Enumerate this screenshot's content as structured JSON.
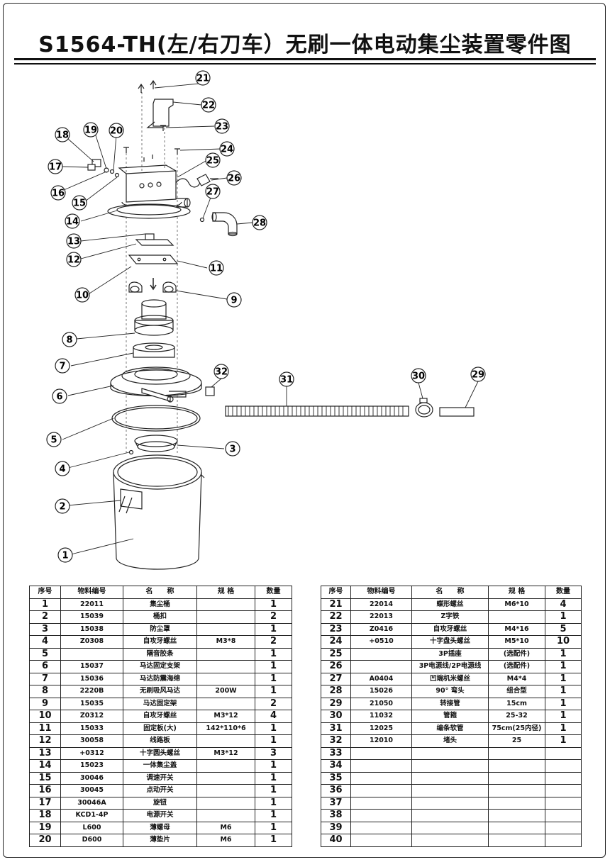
{
  "title": "S1564-TH(左/右刀车）无刷一体电动集尘装置零件图",
  "table_headers": {
    "seq": "序号",
    "code": "物料编号",
    "name": "名　　称",
    "spec": "规  格",
    "qty": "数量"
  },
  "parts_left": [
    {
      "no": "1",
      "code": "22011",
      "name": "集尘桶",
      "spec": "",
      "qty": "1"
    },
    {
      "no": "2",
      "code": "15039",
      "name": "桶扣",
      "spec": "",
      "qty": "2"
    },
    {
      "no": "3",
      "code": "15038",
      "name": "防尘罩",
      "spec": "",
      "qty": "1"
    },
    {
      "no": "4",
      "code": "Z0308",
      "name": "自攻牙螺丝",
      "spec": "M3*8",
      "qty": "2"
    },
    {
      "no": "5",
      "code": "",
      "name": "隔音胶条",
      "spec": "",
      "qty": "1"
    },
    {
      "no": "6",
      "code": "15037",
      "name": "马达固定支架",
      "spec": "",
      "qty": "1"
    },
    {
      "no": "7",
      "code": "15036",
      "name": "马达防震海绵",
      "spec": "",
      "qty": "1"
    },
    {
      "no": "8",
      "code": "2220B",
      "name": "无刷吸风马达",
      "spec": "200W",
      "qty": "1"
    },
    {
      "no": "9",
      "code": "15035",
      "name": "马达固定架",
      "spec": "",
      "qty": "2"
    },
    {
      "no": "10",
      "code": "Z0312",
      "name": "自攻牙螺丝",
      "spec": "M3*12",
      "qty": "4"
    },
    {
      "no": "11",
      "code": "15033",
      "name": "固定板(大)",
      "spec": "142*110*6",
      "qty": "1"
    },
    {
      "no": "12",
      "code": "30058",
      "name": "线路板",
      "spec": "",
      "qty": "1"
    },
    {
      "no": "13",
      "code": "+0312",
      "name": "十字圆头螺丝",
      "spec": "M3*12",
      "qty": "3"
    },
    {
      "no": "14",
      "code": "15023",
      "name": "一体集尘盖",
      "spec": "",
      "qty": "1"
    },
    {
      "no": "15",
      "code": "30046",
      "name": "调速开关",
      "spec": "",
      "qty": "1"
    },
    {
      "no": "16",
      "code": "30045",
      "name": "点动开关",
      "spec": "",
      "qty": "1"
    },
    {
      "no": "17",
      "code": "30046A",
      "name": "旋钮",
      "spec": "",
      "qty": "1"
    },
    {
      "no": "18",
      "code": "KCD1-4P",
      "name": "电源开关",
      "spec": "",
      "qty": "1"
    },
    {
      "no": "19",
      "code": "L600",
      "name": "薄螺母",
      "spec": "M6",
      "qty": "1"
    },
    {
      "no": "20",
      "code": "D600",
      "name": "薄垫片",
      "spec": "M6",
      "qty": "1"
    }
  ],
  "parts_right": [
    {
      "no": "21",
      "code": "22014",
      "name": "蝶形螺丝",
      "spec": "M6*10",
      "qty": "4"
    },
    {
      "no": "22",
      "code": "22013",
      "name": "Z字铁",
      "spec": "",
      "qty": "1"
    },
    {
      "no": "23",
      "code": "Z0416",
      "name": "自攻牙螺丝",
      "spec": "M4*16",
      "qty": "5"
    },
    {
      "no": "24",
      "code": "+0510",
      "name": "十字盘头螺丝",
      "spec": "M5*10",
      "qty": "10"
    },
    {
      "no": "25",
      "code": "",
      "name": "3P插座",
      "spec": "(选配件)",
      "qty": "1"
    },
    {
      "no": "26",
      "code": "",
      "name": "3P电源线/2P电源线",
      "spec": "(选配件)",
      "qty": "1"
    },
    {
      "no": "27",
      "code": "A0404",
      "name": "凹端机米螺丝",
      "spec": "M4*4",
      "qty": "1"
    },
    {
      "no": "28",
      "code": "15026",
      "name": "90° 弯头",
      "spec": "组合型",
      "qty": "1"
    },
    {
      "no": "29",
      "code": "21050",
      "name": "转接管",
      "spec": "15cm",
      "qty": "1"
    },
    {
      "no": "30",
      "code": "11032",
      "name": "管箍",
      "spec": "25-32",
      "qty": "1"
    },
    {
      "no": "31",
      "code": "12025",
      "name": "编条软管",
      "spec": "75cm(25内径)",
      "qty": "1"
    },
    {
      "no": "32",
      "code": "12010",
      "name": "堵头",
      "spec": "25",
      "qty": "1"
    },
    {
      "no": "33",
      "code": "",
      "name": "",
      "spec": "",
      "qty": ""
    },
    {
      "no": "34",
      "code": "",
      "name": "",
      "spec": "",
      "qty": ""
    },
    {
      "no": "35",
      "code": "",
      "name": "",
      "spec": "",
      "qty": ""
    },
    {
      "no": "36",
      "code": "",
      "name": "",
      "spec": "",
      "qty": ""
    },
    {
      "no": "37",
      "code": "",
      "name": "",
      "spec": "",
      "qty": ""
    },
    {
      "no": "38",
      "code": "",
      "name": "",
      "spec": "",
      "qty": ""
    },
    {
      "no": "39",
      "code": "",
      "name": "",
      "spec": "",
      "qty": ""
    },
    {
      "no": "40",
      "code": "",
      "name": "",
      "spec": "",
      "qty": ""
    }
  ],
  "callouts": [
    "1",
    "2",
    "3",
    "4",
    "5",
    "6",
    "7",
    "8",
    "9",
    "10",
    "11",
    "12",
    "13",
    "14",
    "15",
    "16",
    "17",
    "18",
    "19",
    "20",
    "21",
    "22",
    "23",
    "24",
    "25",
    "26",
    "27",
    "28",
    "29",
    "30",
    "31",
    "32"
  ]
}
